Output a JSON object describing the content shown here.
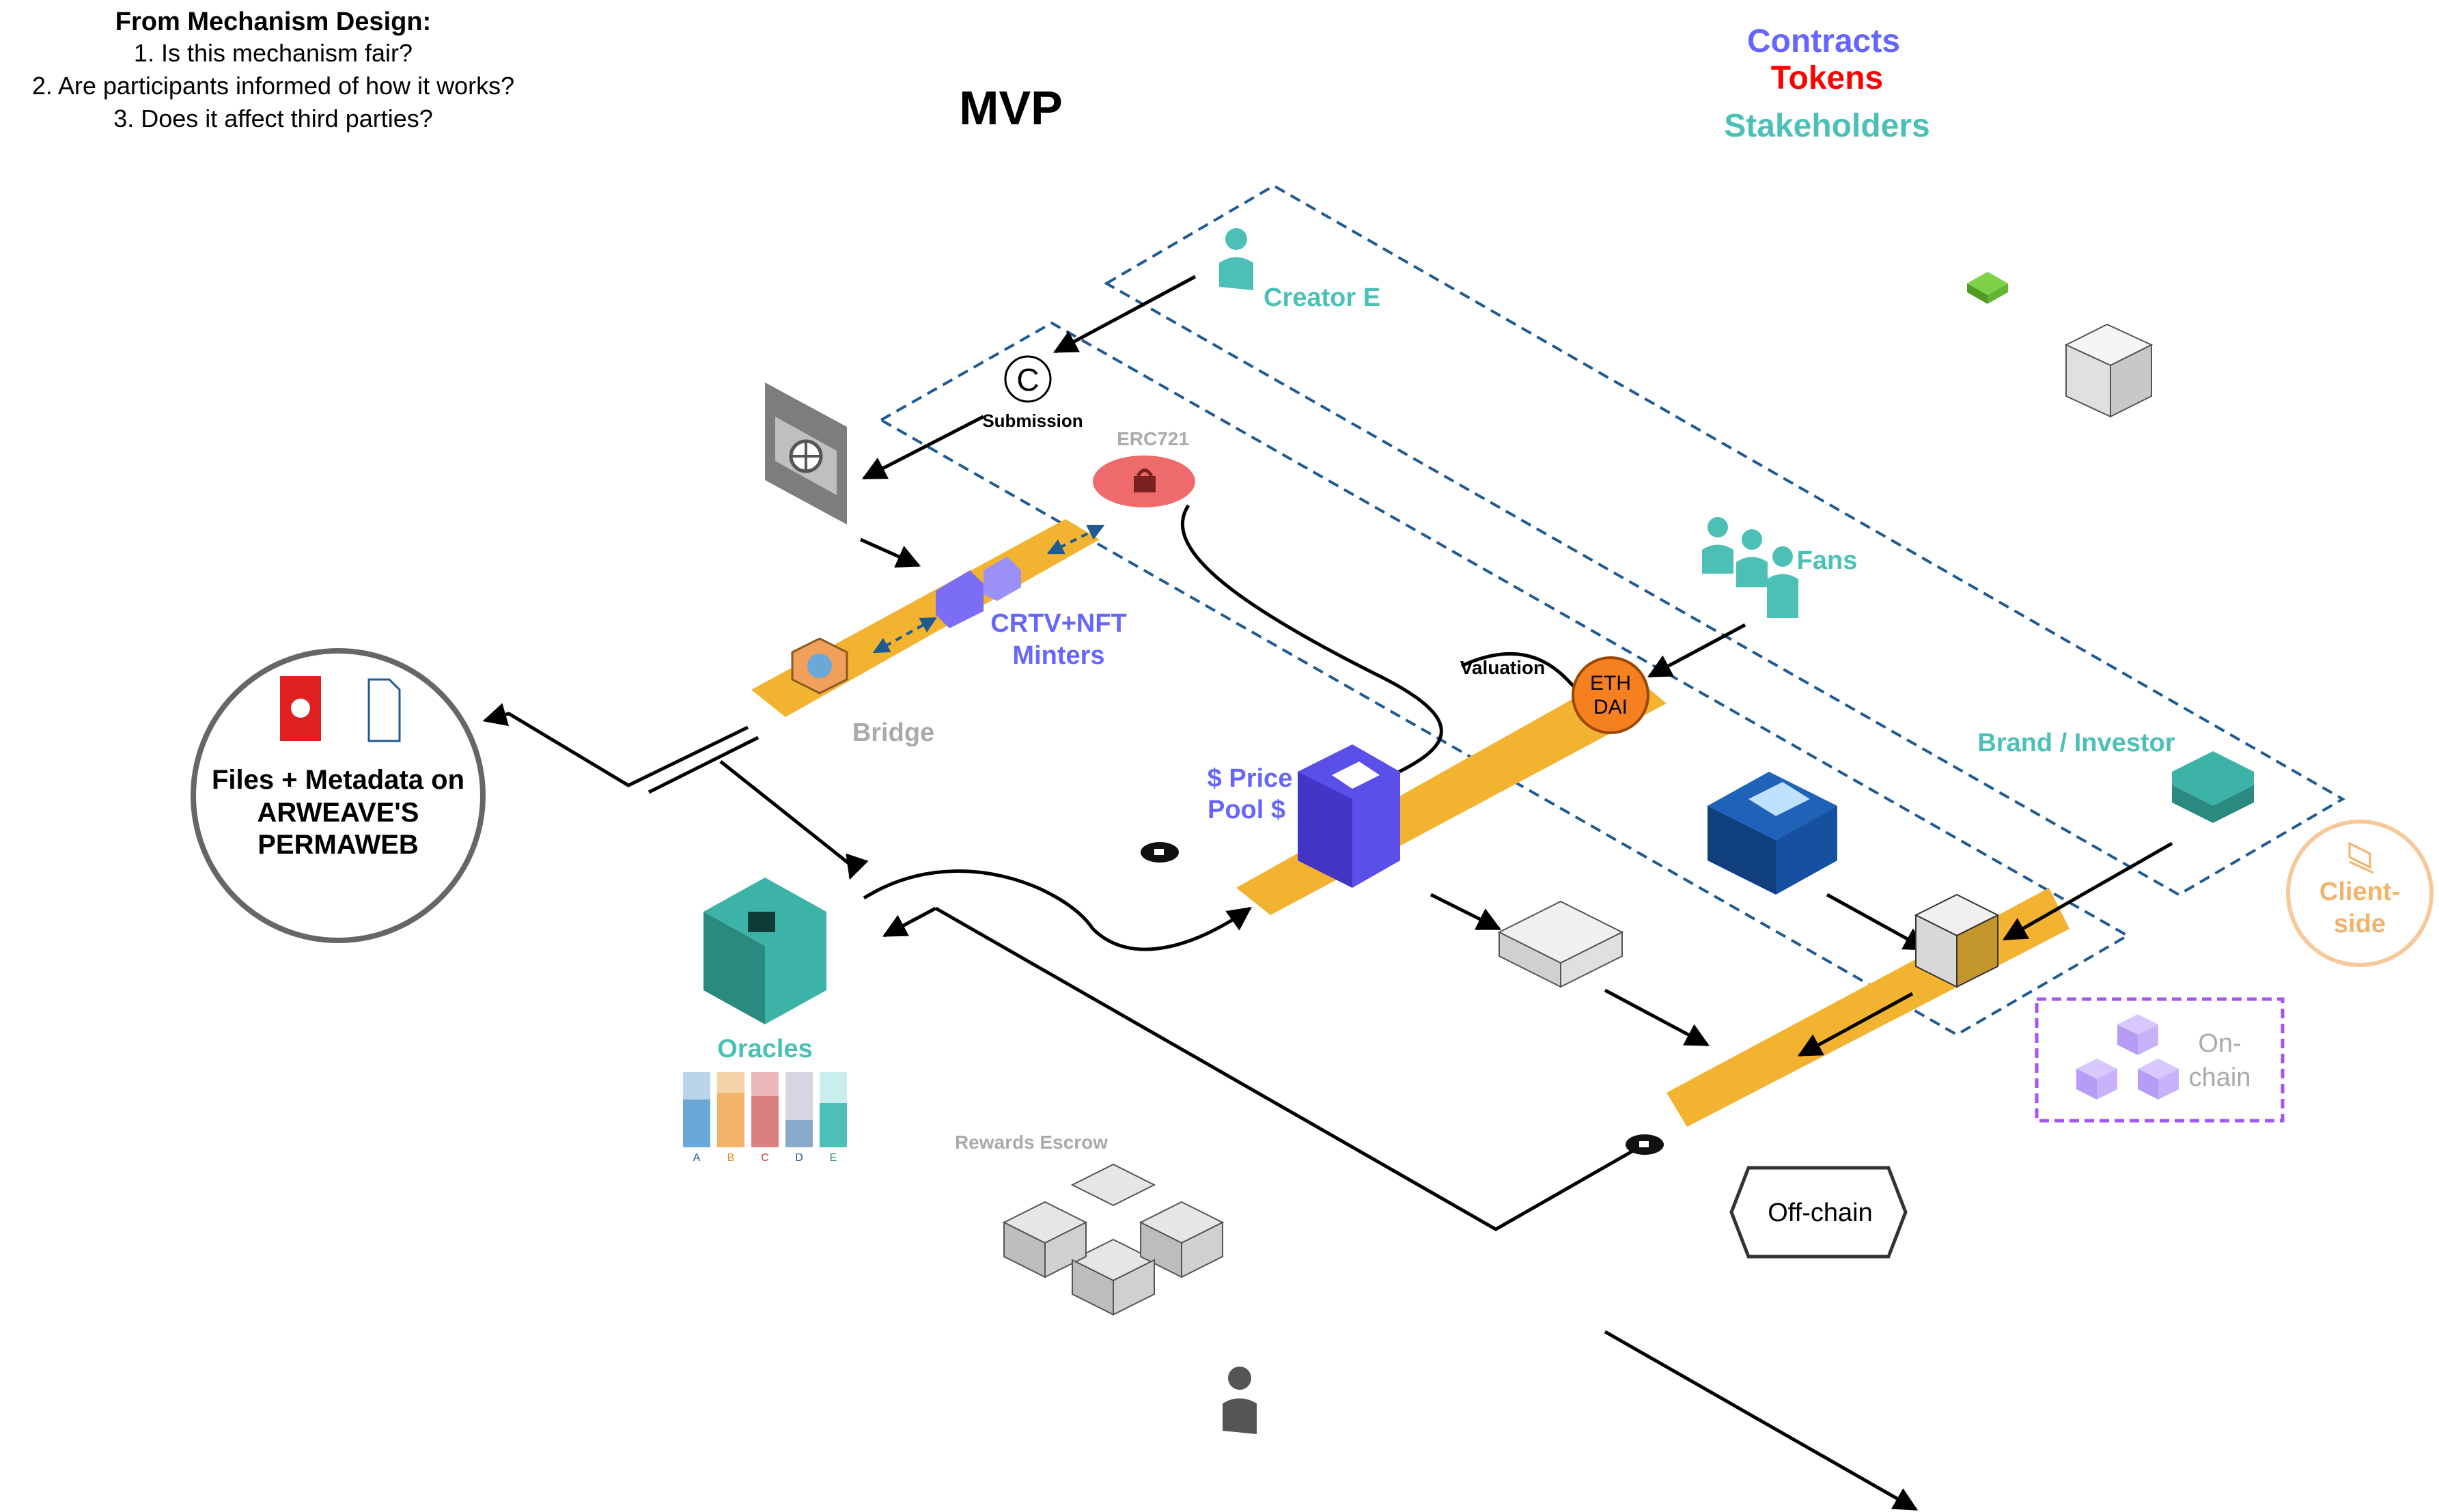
{
  "questions": {
    "heading": "From Mechanism Design:",
    "items": [
      "1. Is this mechanism fair?",
      "2. Are participants informed of how it works?",
      "3. Does it affect third parties?"
    ]
  },
  "title": "MVP",
  "legend": {
    "contracts": "Contracts",
    "tokens": "Tokens",
    "stakeholders": "Stakeholders",
    "colors": {
      "contracts": "#6666ff",
      "tokens": "#ff0000",
      "stakeholders": "#4cc0b7"
    }
  },
  "nodes": {
    "creator": "Creator E",
    "submission": "Submission",
    "copyright": "C",
    "erc721": "ERC721",
    "minters_line1": "CRTV+NFT",
    "minters_line2": "Minters",
    "bridge": "Bridge",
    "files_line1": "Files + Metadata on",
    "files_line2": "ARWEAVE'S",
    "files_line3": "PERMAWEB",
    "oracles": "Oracles",
    "oracle_bars": [
      "A",
      "B",
      "C",
      "D",
      "E"
    ],
    "rewards_escrow": "Rewards Escrow",
    "price_line1": "$ Price",
    "price_line2": "Pool $",
    "valuation": "Valuation",
    "eth": "ETH",
    "dai": "DAI",
    "fans": "Fans",
    "brand": "Brand / Investor",
    "client_line1": "Client-",
    "client_line2": "side",
    "onchain_line1": "On-",
    "onchain_line2": "chain",
    "offchain": "Off-chain"
  },
  "icons": [
    "person-icon",
    "group-icon",
    "film-icon",
    "copyright-icon",
    "lock-icon",
    "server-icon",
    "database-icon",
    "cube-icon",
    "laptop-icon",
    "blocks-icon",
    "file-icon",
    "coin-icon"
  ]
}
